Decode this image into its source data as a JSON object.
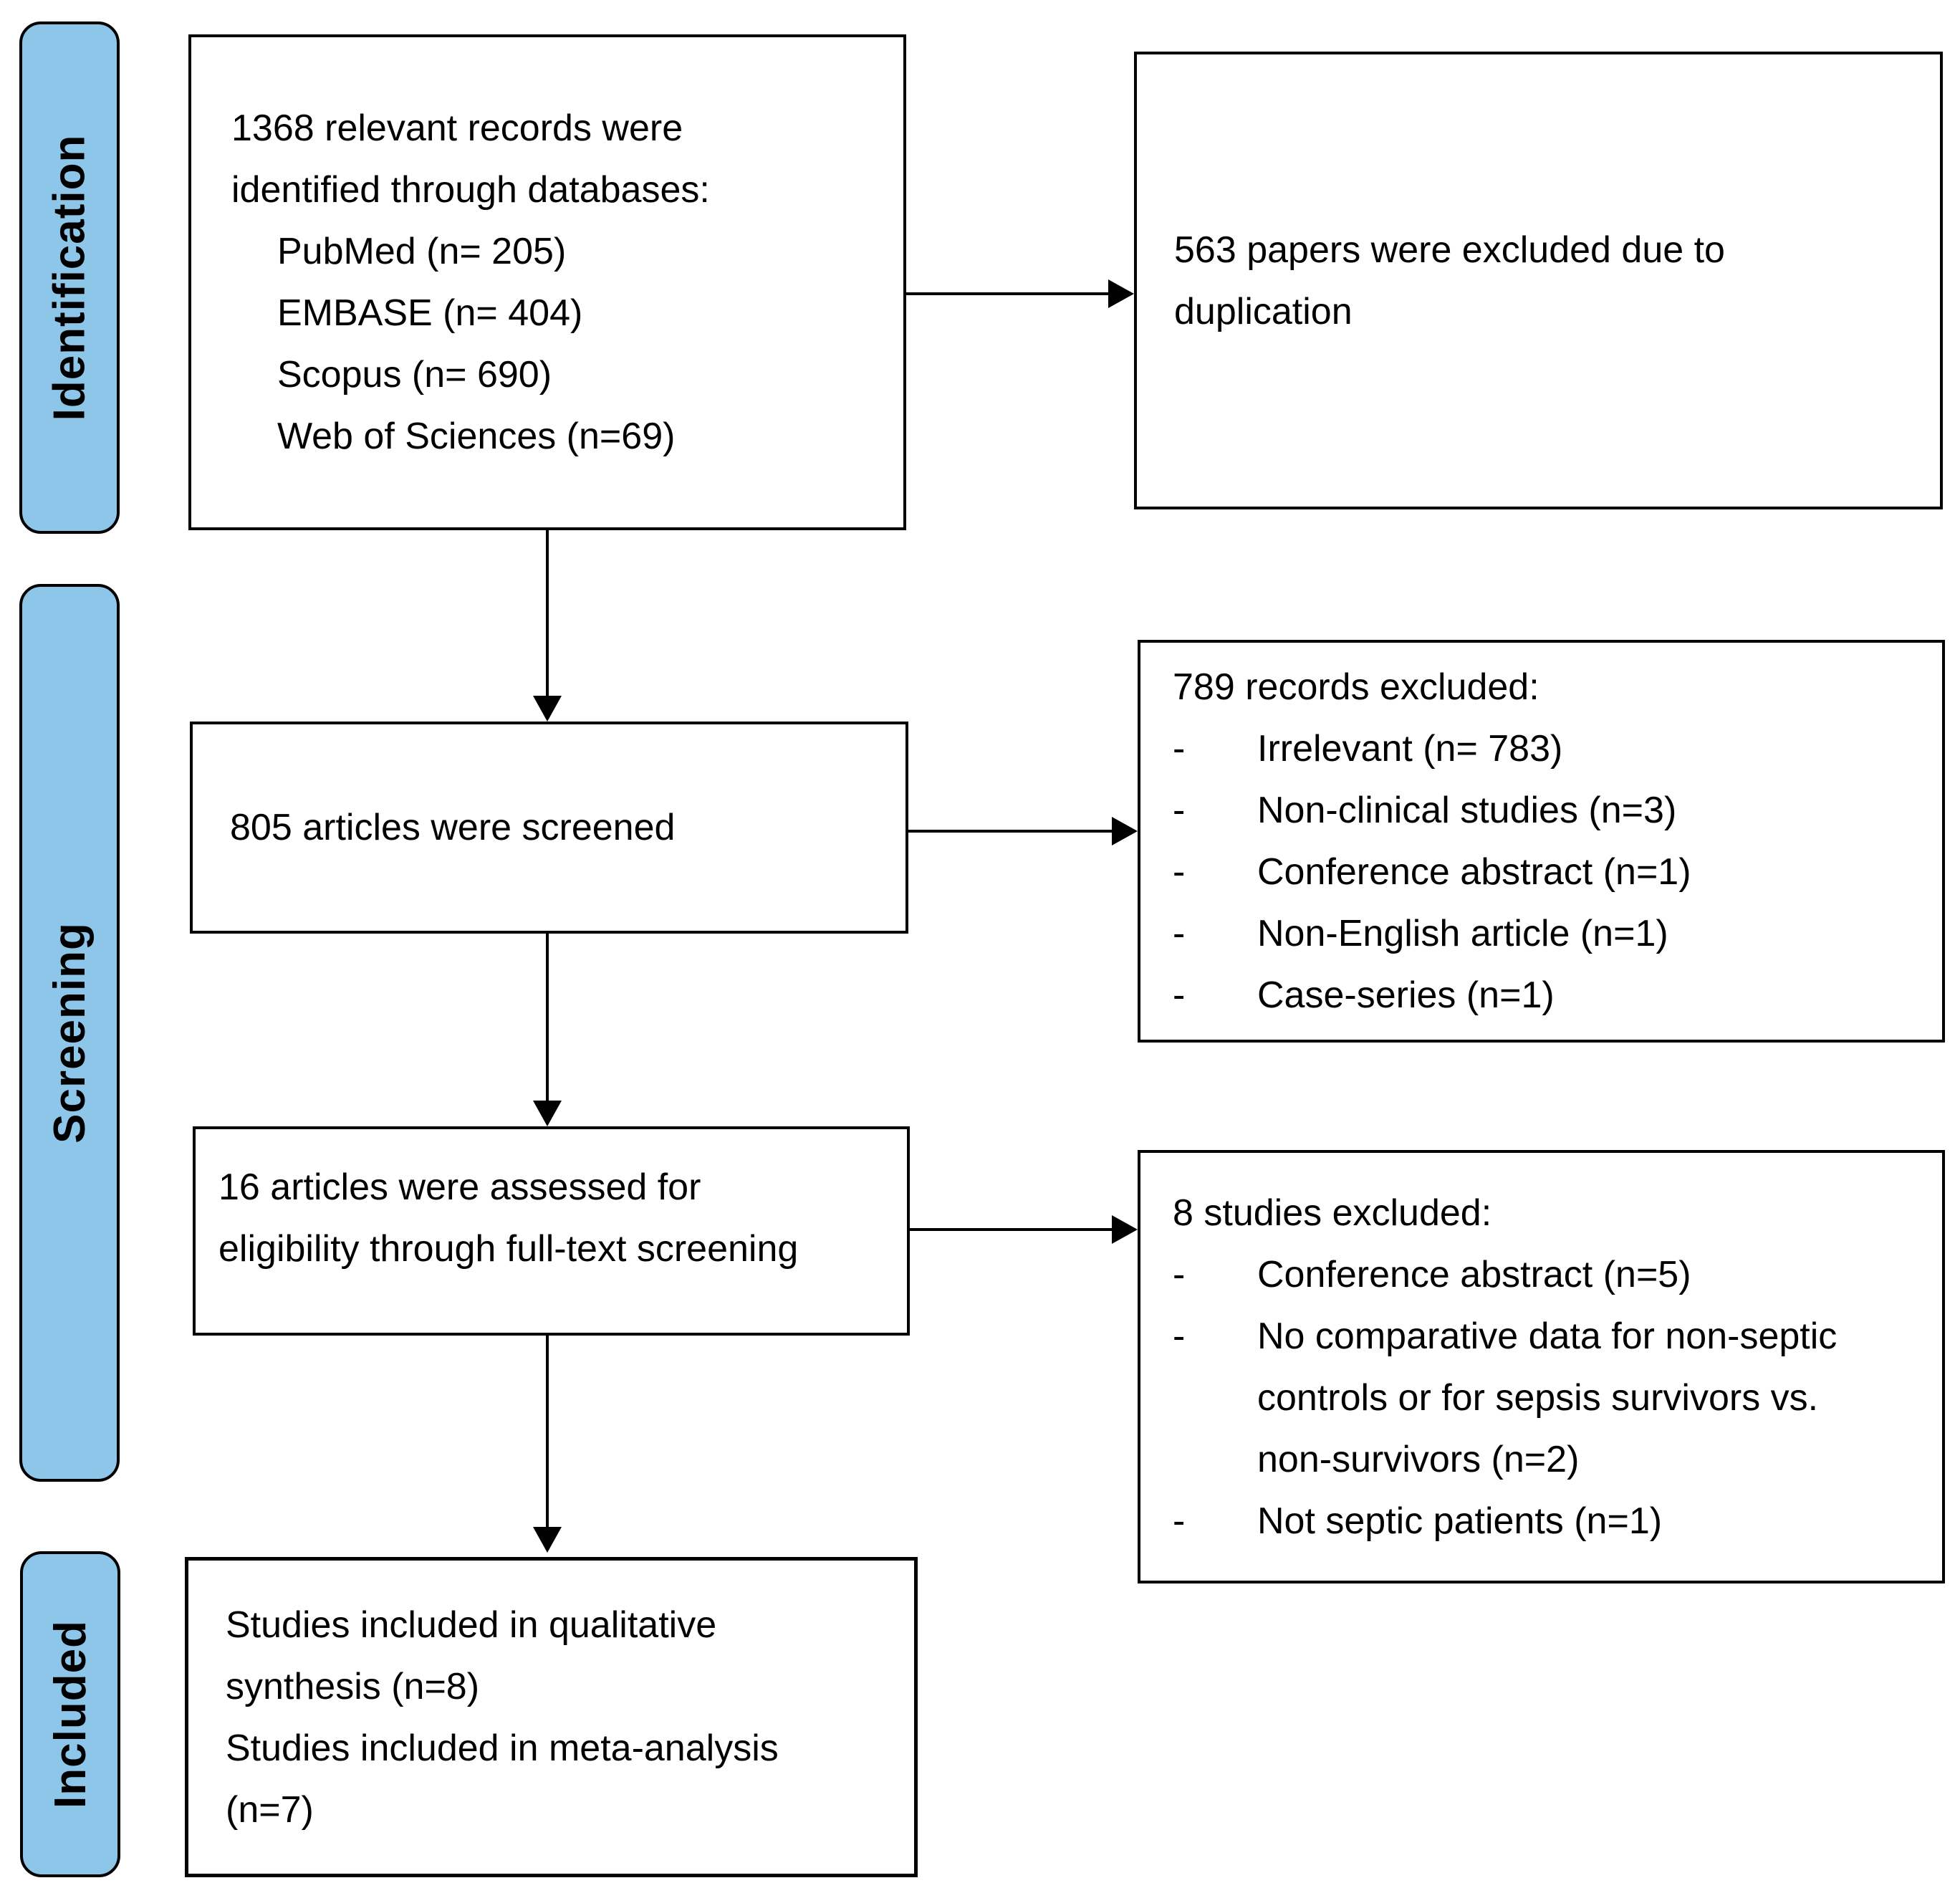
{
  "stages": {
    "identification": "Identification",
    "screening": "Screening",
    "included": "Included"
  },
  "boxes": {
    "identified": {
      "lines": [
        "1368 relevant records were",
        "identified through databases:"
      ],
      "databases": [
        "PubMed (n= 205)",
        "EMBASE (n= 404)",
        "Scopus (n= 690)",
        "Web of Sciences (n=69)"
      ]
    },
    "duplicates_excluded": {
      "lines": [
        "563 papers were excluded due to",
        "duplication"
      ]
    },
    "screened": {
      "lines": [
        "805 articles were screened"
      ]
    },
    "records_excluded": {
      "title": "789 records excluded:",
      "items": [
        {
          "bullet": "-",
          "text": "Irrelevant (n= 783)"
        },
        {
          "bullet": "-",
          "text": "Non-clinical studies (n=3)"
        },
        {
          "bullet": "-",
          "text": "Conference abstract (n=1)"
        },
        {
          "bullet": "-",
          "text": "Non-English article (n=1)"
        },
        {
          "bullet": "-",
          "text": "Case-series (n=1)"
        }
      ]
    },
    "fulltext_assessed": {
      "lines": [
        "16 articles were assessed for",
        "eligibility through full-text screening"
      ]
    },
    "studies_excluded": {
      "title": "8 studies excluded:",
      "items": [
        {
          "bullet": "-",
          "lines": [
            "Conference abstract (n=5)"
          ]
        },
        {
          "bullet": "-",
          "lines": [
            "No comparative data for non-septic",
            "controls or for sepsis survivors vs.",
            "non-survivors (n=2)"
          ]
        },
        {
          "bullet": "-",
          "lines": [
            "Not septic patients (n=1)"
          ]
        }
      ]
    },
    "included_studies": {
      "lines": [
        "Studies included in qualitative",
        "synthesis (n=8)",
        "Studies included in meta-analysis",
        "(n=7)"
      ]
    }
  },
  "colors": {
    "stage_fill": "#8dc6e8",
    "border": "#000000",
    "background": "#ffffff"
  }
}
